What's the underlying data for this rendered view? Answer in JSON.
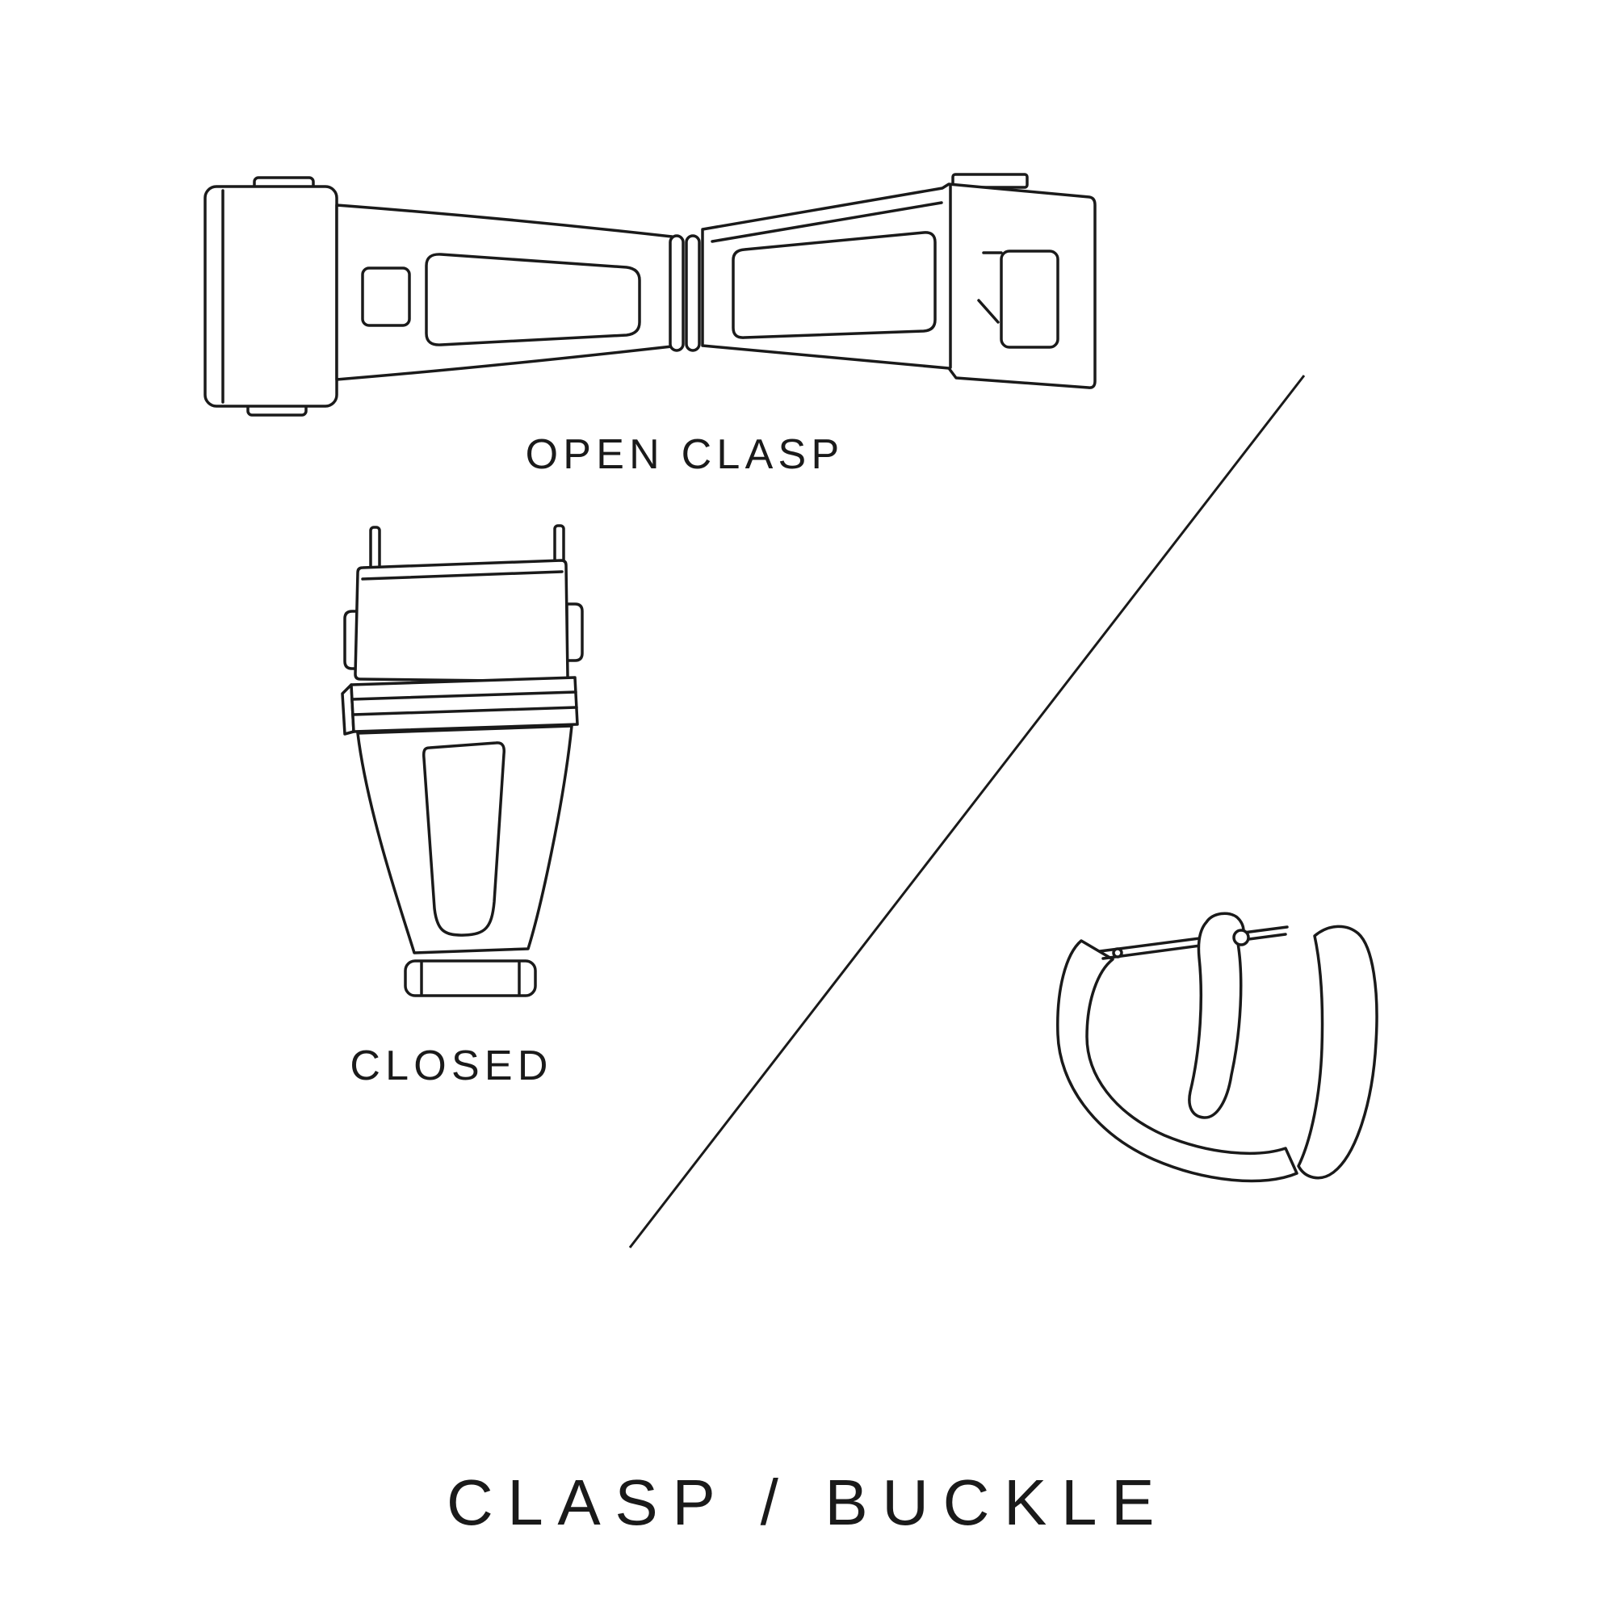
{
  "title": "CLASP / BUCKLE",
  "figures": {
    "open_clasp": {
      "label": "OPEN CLASP"
    },
    "closed_clasp": {
      "label": "CLOSED"
    },
    "buckle": {
      "label": ""
    }
  },
  "colors": {
    "line": "#1a1a1a",
    "background": "#ffffff"
  }
}
